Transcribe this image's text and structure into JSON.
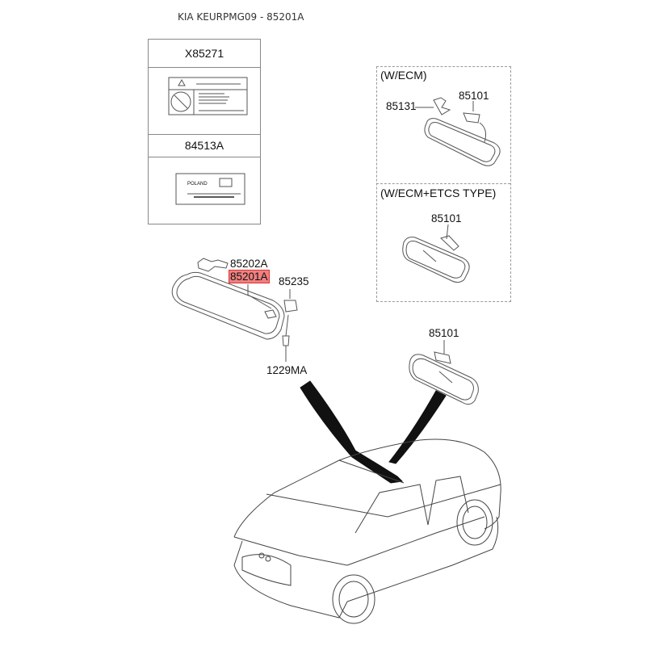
{
  "title": "KIA KEURPMG09 - 85201A",
  "accent_color": "#f08080",
  "label_box": {
    "parts": [
      {
        "code": "X85271",
        "content": "warning-label-icon"
      },
      {
        "code": "84513A",
        "content": "origin-label",
        "origin_text": "POLAND"
      }
    ]
  },
  "variants": [
    {
      "heading": "(W/ECM)",
      "labels": [
        "85131",
        "85101"
      ]
    },
    {
      "heading": "(W/ECM+ETCS TYPE)",
      "labels": [
        "85101"
      ]
    }
  ],
  "callouts": {
    "visor_clip": "85202A",
    "sun_visor": "85201A",
    "retainer": "85235",
    "screw": "1229MA",
    "mirror": "85101"
  }
}
